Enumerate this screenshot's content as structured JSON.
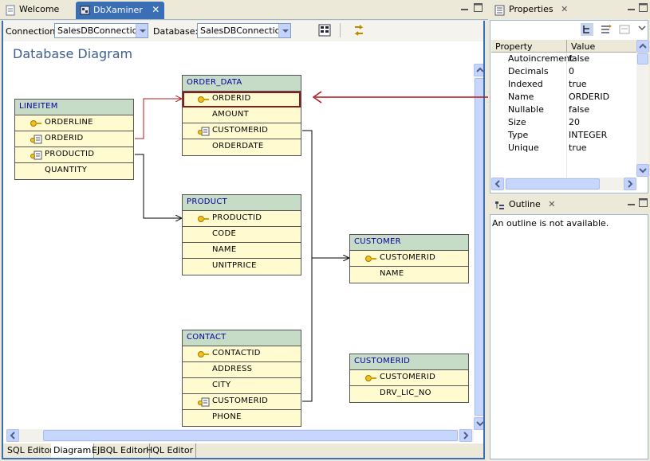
{
  "editor_tabs": [
    {
      "label": "Welcome"
    },
    {
      "label": "DbXaminer"
    }
  ],
  "toolbar": {
    "connection_label": "Connection:",
    "connection_value": "SalesDBConnection",
    "database_label": "Database:",
    "database_value": "SalesDBConnection"
  },
  "diagram": {
    "title": "Database Diagram",
    "tables": {
      "lineitem": {
        "name": "LINEITEM",
        "columns": [
          "ORDERLINE",
          "ORDERID",
          "PRODUCTID",
          "QUANTITY"
        ]
      },
      "order_data": {
        "name": "ORDER_DATA",
        "columns": [
          "ORDERID",
          "AMOUNT",
          "CUSTOMERID",
          "ORDERDATE"
        ]
      },
      "product": {
        "name": "PRODUCT",
        "columns": [
          "PRODUCTID",
          "CODE",
          "NAME",
          "UNITPRICE"
        ]
      },
      "customer": {
        "name": "CUSTOMER",
        "columns": [
          "CUSTOMERID",
          "NAME"
        ]
      },
      "contact": {
        "name": "CONTACT",
        "columns": [
          "CONTACTID",
          "ADDRESS",
          "CITY",
          "CUSTOMERID",
          "PHONE"
        ]
      },
      "customerid": {
        "name": "CUSTOMERID",
        "columns": [
          "CUSTOMERID",
          "DRV_LIC_NO"
        ]
      }
    }
  },
  "bottom_tabs": [
    "SQL Editor",
    "Diagram",
    "EJBQL Editor",
    "HQL Editor"
  ],
  "properties": {
    "title": "Properties",
    "headers": [
      "Property",
      "Value"
    ],
    "rows": [
      {
        "k": "Autoincrement",
        "v": "false"
      },
      {
        "k": "Decimals",
        "v": "0"
      },
      {
        "k": "Indexed",
        "v": "true"
      },
      {
        "k": "Name",
        "v": "ORDERID"
      },
      {
        "k": "Nullable",
        "v": "false"
      },
      {
        "k": "Size",
        "v": "20"
      },
      {
        "k": "Type",
        "v": "INTEGER"
      },
      {
        "k": "Unique",
        "v": "true"
      }
    ]
  },
  "outline": {
    "title": "Outline",
    "message": "An outline is not available."
  },
  "colors": {
    "accent": "#3a6fb5",
    "table_header": "#c7dcc6",
    "table_body": "#fffad0",
    "selection": "#b01818"
  }
}
